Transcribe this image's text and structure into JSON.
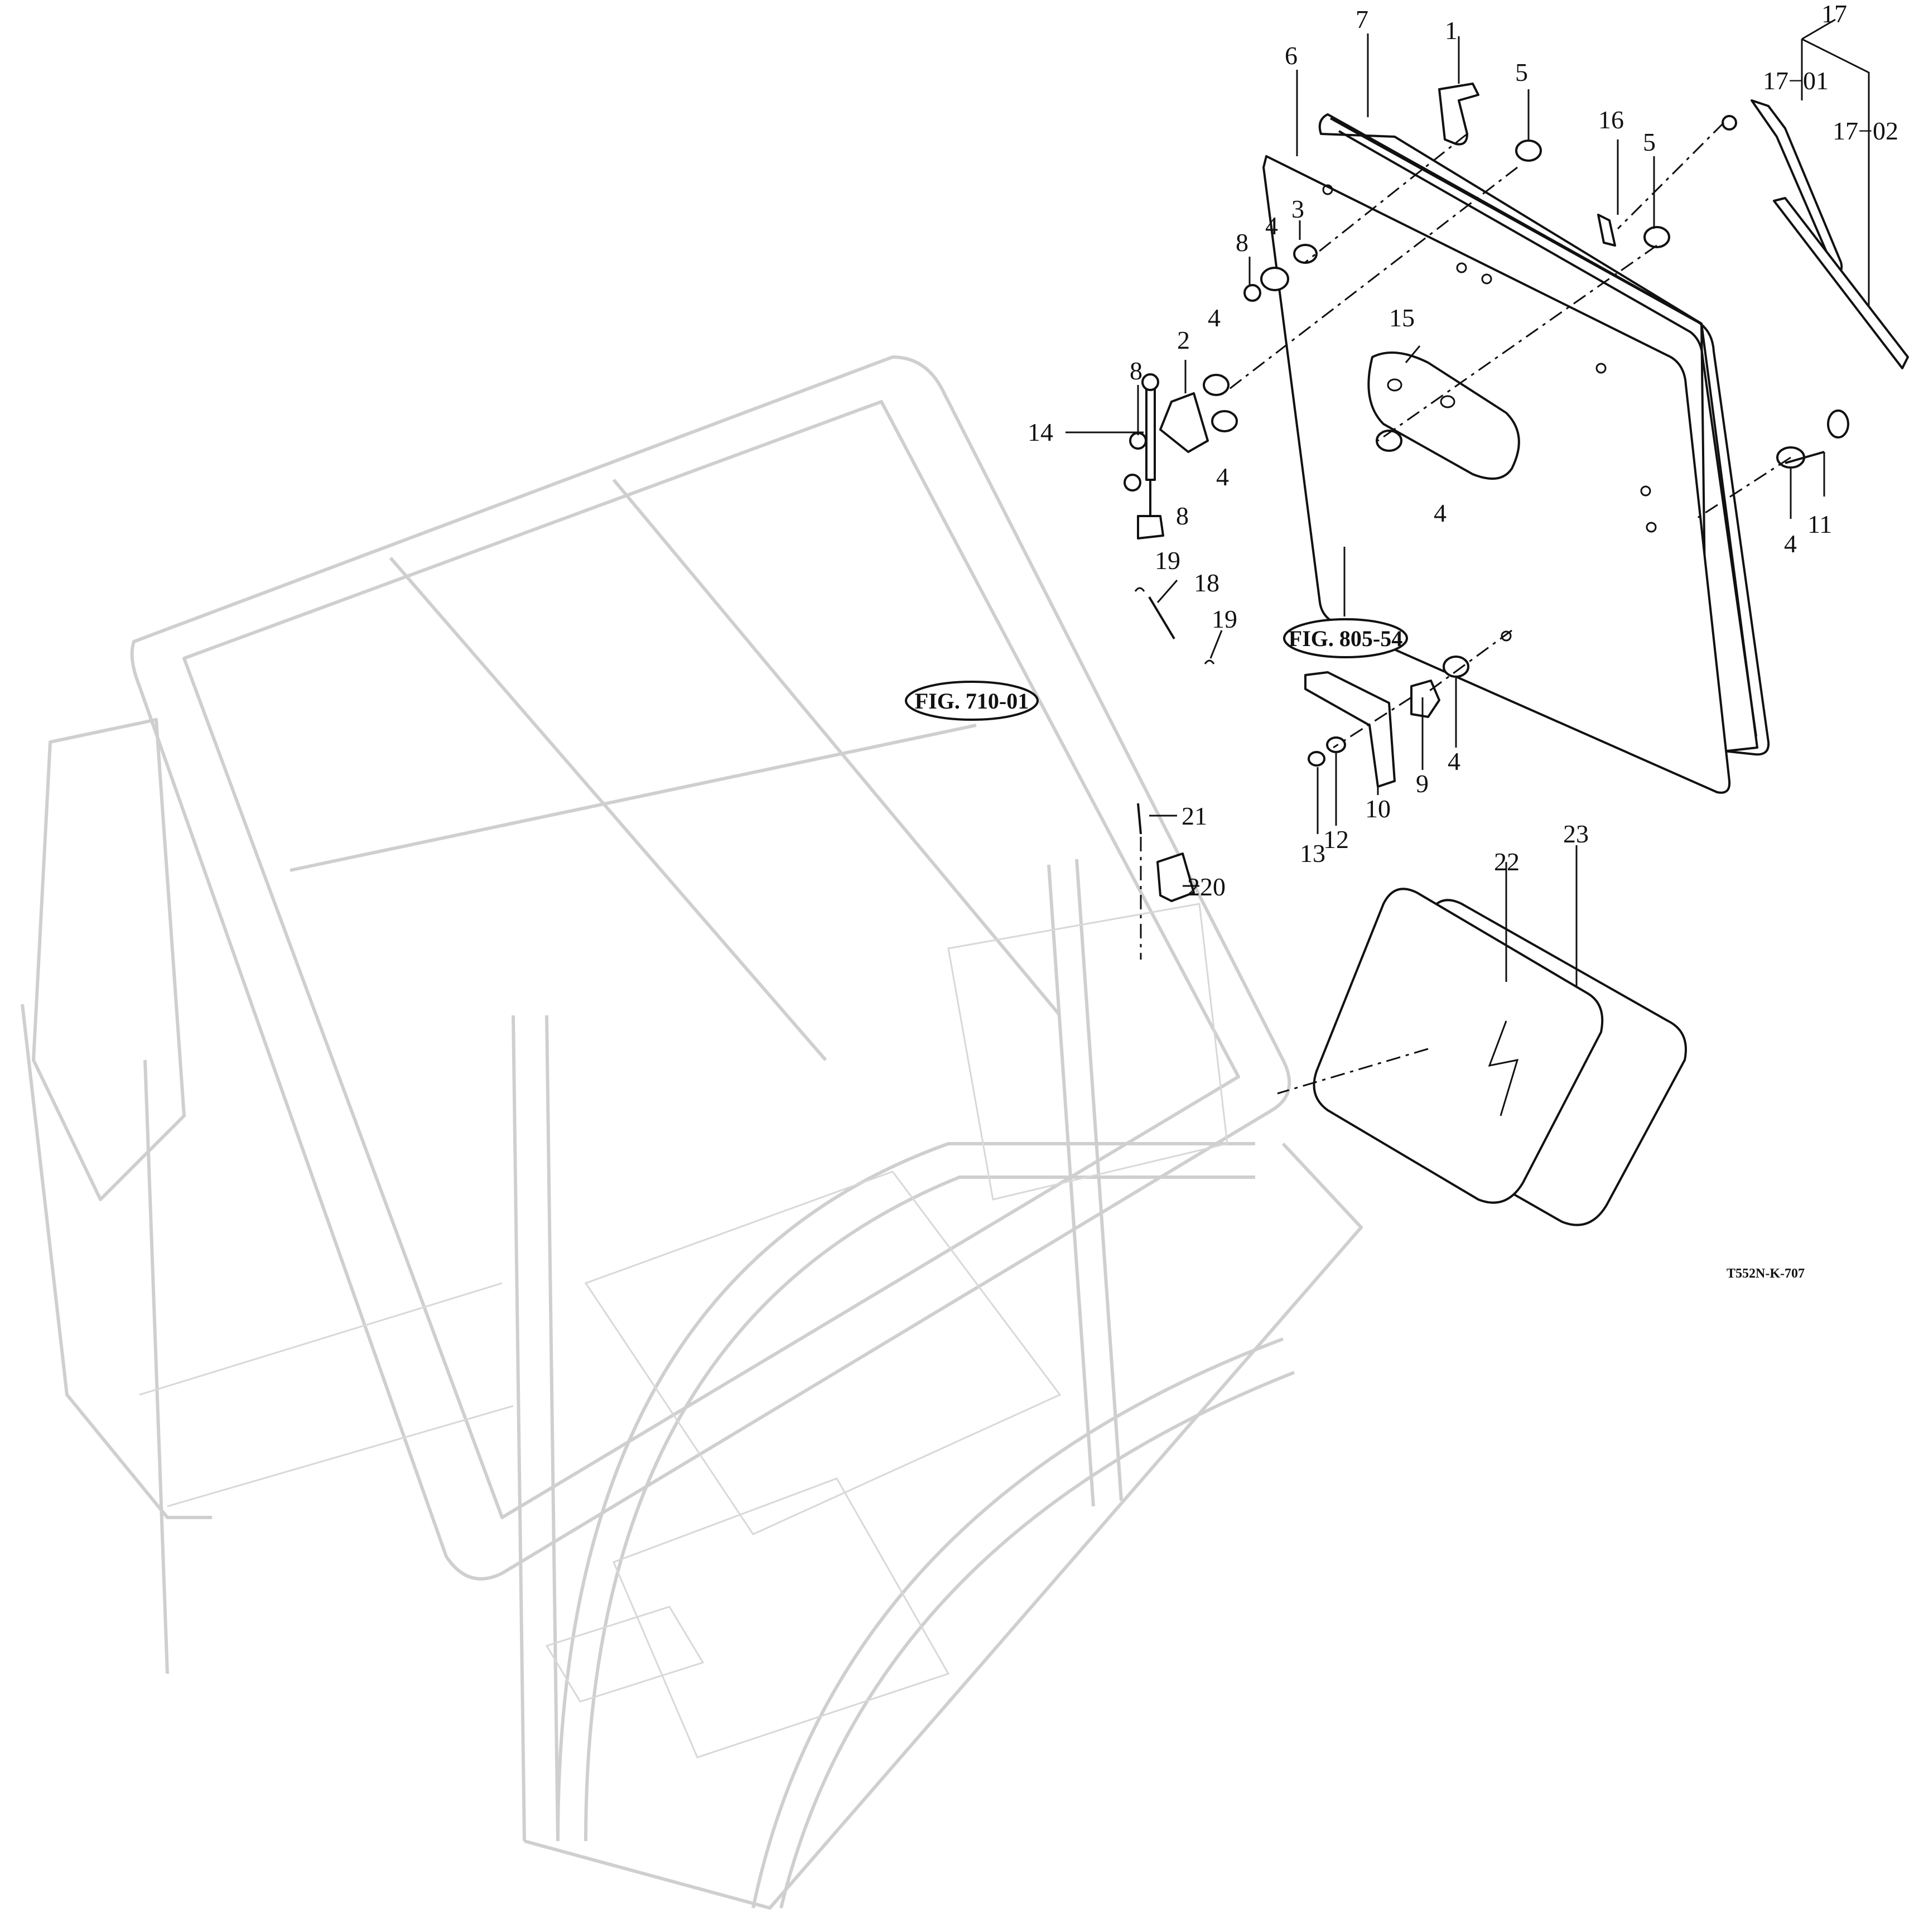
{
  "labels": {
    "p1": "1",
    "p2": "2",
    "p3": "3",
    "p4": "4",
    "p5": "5",
    "p6": "6",
    "p7": "7",
    "p8": "8",
    "p9": "9",
    "p10": "10",
    "p11": "11",
    "p12": "12",
    "p13": "13",
    "p14": "14",
    "p15": "15",
    "p16": "16",
    "p17": "17",
    "p17_01": "17−01",
    "p17_02": "17−02",
    "p18": "18",
    "p19": "19",
    "p21": "21",
    "p22": "22",
    "p23": "23",
    "p220": "220"
  },
  "references": {
    "fig_805_54": "FIG. 805-54",
    "fig_710_01": "FIG. 710-01"
  },
  "drawing_code": "T552N-K-707",
  "colors": {
    "ink": "#111111",
    "ghost_frame": "#cfcfcf",
    "background": "#ffffff"
  }
}
